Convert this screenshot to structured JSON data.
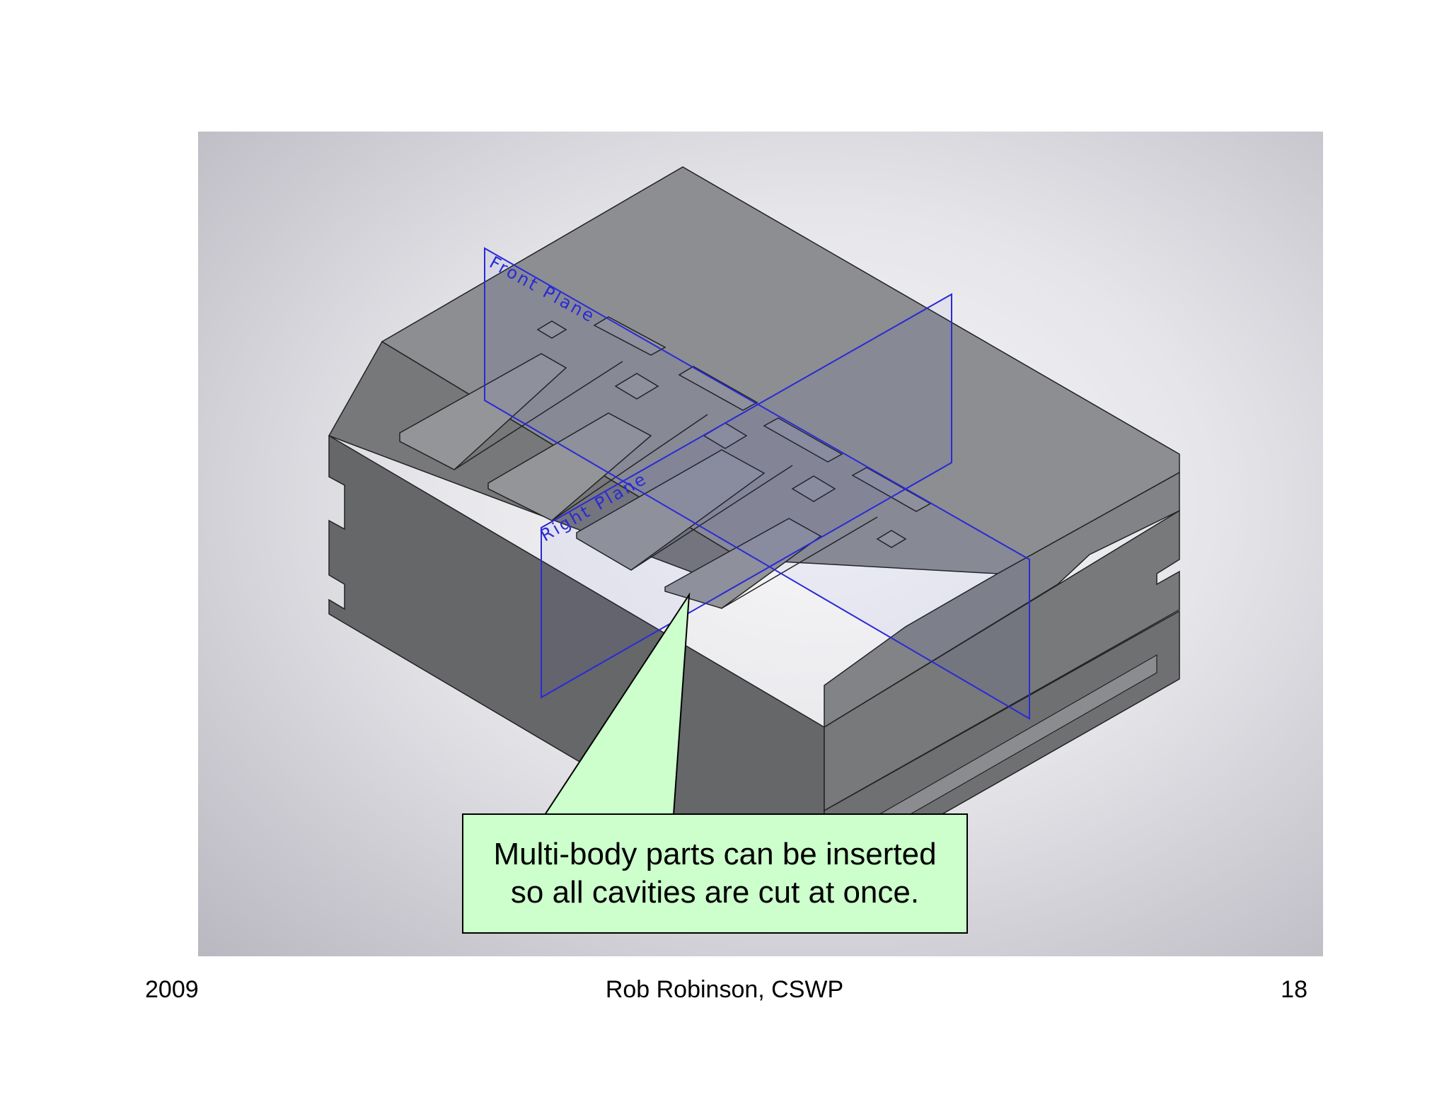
{
  "viewport": {
    "front_plane_label": "Front Plane",
    "right_plane_label": "Right Plane"
  },
  "callout": {
    "line1": "Multi-body parts can be inserted",
    "line2": "so all cavities are cut at once.",
    "background": "#ccffcc"
  },
  "footer": {
    "year": "2009",
    "author": "Rob Robinson, CSWP",
    "page_number": "18"
  },
  "colors": {
    "plane_outline": "#2a2ad6",
    "part_top": "#8c8e91",
    "part_side": "#666769"
  }
}
